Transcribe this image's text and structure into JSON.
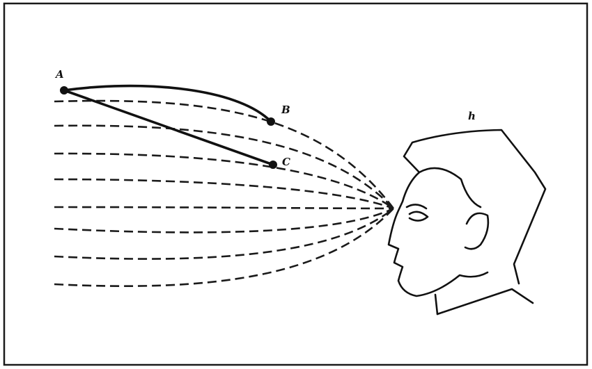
{
  "diagram": {
    "labels": {
      "point_a": "A",
      "point_b": "B",
      "point_c": "C",
      "observer": "h"
    }
  }
}
